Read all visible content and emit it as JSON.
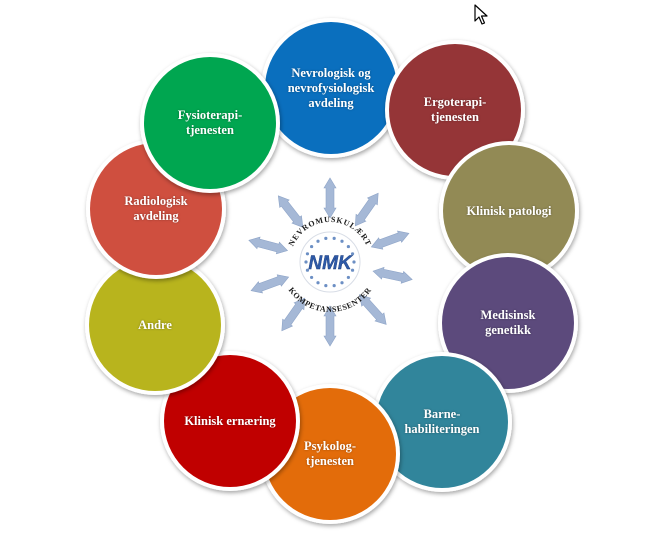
{
  "center": {
    "logo_letters": "NMK",
    "ring_text_top": "NEVROMUSKULÆRT",
    "ring_text_bottom": "KOMPETANSESENTER"
  },
  "nodes": [
    {
      "id": "nevrologisk",
      "label": "Nevrologisk og\nnevrofysiologisk\navdeling",
      "color": "#0a6fbe"
    },
    {
      "id": "ergoterapi",
      "label": "Ergoterapi-\ntjenesten",
      "color": "#953537"
    },
    {
      "id": "klinisk-patologi",
      "label": "Klinisk patologi",
      "color": "#928a55"
    },
    {
      "id": "medisinsk-genetikk",
      "label": "Medisinsk\ngenetikk",
      "color": "#5c4a7c"
    },
    {
      "id": "barnehabilitering",
      "label": "Barne-\nhabiliteringen",
      "color": "#31859b"
    },
    {
      "id": "psykologtjenesten",
      "label": "Psykolog-\ntjenesten",
      "color": "#e36c0a"
    },
    {
      "id": "klinisk-ernaering",
      "label": "Klinisk ernæring",
      "color": "#c00000"
    },
    {
      "id": "andre",
      "label": "Andre",
      "color": "#b8b41d"
    },
    {
      "id": "radiologisk",
      "label": "Radiologisk\navdeling",
      "color": "#cf4f3f"
    },
    {
      "id": "fysioterapi",
      "label": "Fysioterapi-\ntjenesten",
      "color": "#00a650"
    }
  ],
  "arrow_color": "#a5b8d6"
}
